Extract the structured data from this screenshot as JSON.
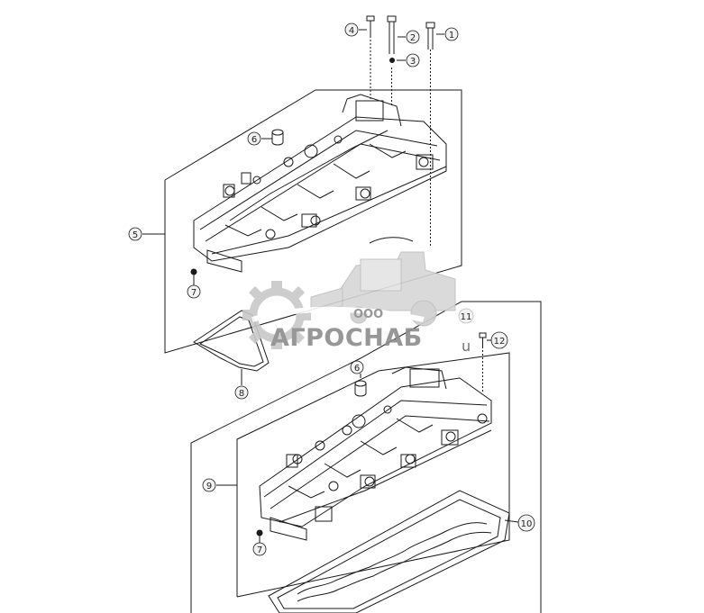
{
  "diagram": {
    "callouts": [
      {
        "id": "c1",
        "label": "1"
      },
      {
        "id": "c2",
        "label": "2"
      },
      {
        "id": "c3",
        "label": "3"
      },
      {
        "id": "c4",
        "label": "4"
      },
      {
        "id": "c5",
        "label": "5"
      },
      {
        "id": "c6a",
        "label": "6"
      },
      {
        "id": "c6b",
        "label": "6"
      },
      {
        "id": "c7a",
        "label": "7"
      },
      {
        "id": "c7b",
        "label": "7"
      },
      {
        "id": "c8",
        "label": "8"
      },
      {
        "id": "c9",
        "label": "9"
      },
      {
        "id": "c10",
        "label": "10"
      },
      {
        "id": "c11",
        "label": "11"
      },
      {
        "id": "c12",
        "label": "12"
      }
    ]
  },
  "watermark": {
    "company_prefix": "ООО",
    "company_name": "АГРОСНАБ",
    "stray_char": "u"
  },
  "colors": {
    "line": "#1a1a1a",
    "callout_fill": "#f2f2f2",
    "watermark_gray": "#8c8c8c",
    "watermark_light": "#c8c8c8"
  }
}
